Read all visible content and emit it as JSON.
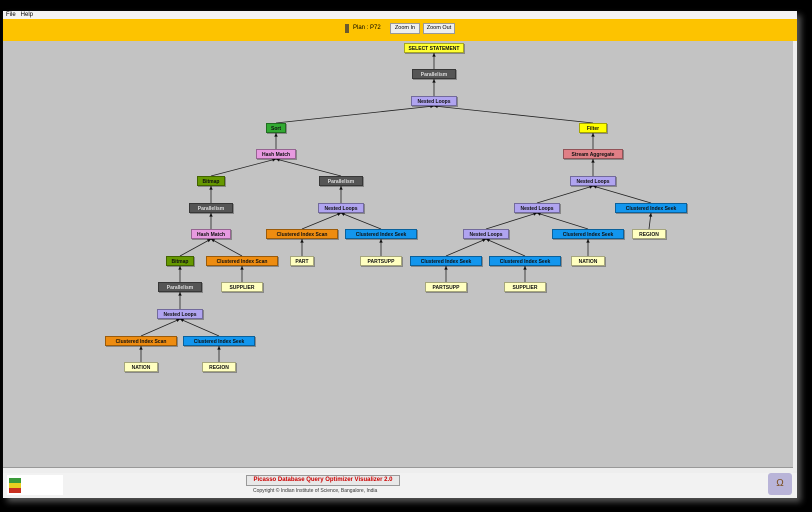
{
  "menu": {
    "file": "File",
    "help": "Help"
  },
  "toolbar": {
    "plan_label": "Plan : P72",
    "zoom_in": "Zoom In",
    "zoom_out": "Zoom Out"
  },
  "colors": {
    "select": "#ffff33",
    "parallelism": "#555555",
    "nested": "#b0a4f0",
    "sort": "#33aa33",
    "filter": "#ffff00",
    "hash": "#e79ae0",
    "stream": "#e07f86",
    "bitmap": "#669900",
    "scan": "#ee8c10",
    "seek": "#1296ee",
    "table": "#ffffc0"
  },
  "plan_tree": [
    {
      "label": "SELECT STATEMENT",
      "type": "select",
      "parent": null
    },
    {
      "label": "Parallelism",
      "type": "parallelism",
      "parent": 0
    },
    {
      "label": "Nested Loops",
      "type": "nested",
      "parent": 1
    },
    {
      "label": "Sort",
      "type": "sort",
      "parent": 2
    },
    {
      "label": "Filter",
      "type": "filter",
      "parent": 2
    },
    {
      "label": "Hash Match",
      "type": "hash",
      "parent": 3
    },
    {
      "label": "Stream Aggregate",
      "type": "stream",
      "parent": 4
    },
    {
      "label": "Bitmap",
      "type": "bitmap",
      "parent": 5
    },
    {
      "label": "Parallelism",
      "type": "parallelism",
      "parent": 5
    },
    {
      "label": "Nested Loops",
      "type": "nested",
      "parent": 6
    },
    {
      "label": "Parallelism",
      "type": "parallelism",
      "parent": 7
    },
    {
      "label": "Nested Loops",
      "type": "nested",
      "parent": 8
    },
    {
      "label": "Nested Loops",
      "type": "nested",
      "parent": 9
    },
    {
      "label": "Clustered Index Seek",
      "type": "seek",
      "parent": 9
    },
    {
      "label": "Hash Match",
      "type": "hash",
      "parent": 10
    },
    {
      "label": "Clustered Index Scan",
      "type": "scan",
      "parent": 11
    },
    {
      "label": "Clustered Index Seek",
      "type": "seek",
      "parent": 11
    },
    {
      "label": "Nested Loops",
      "type": "nested",
      "parent": 12
    },
    {
      "label": "Clustered Index Seek",
      "type": "seek",
      "parent": 12
    },
    {
      "label": "REGION",
      "type": "table",
      "parent": 13
    },
    {
      "label": "Bitmap",
      "type": "bitmap",
      "parent": 14
    },
    {
      "label": "Clustered Index Scan",
      "type": "scan",
      "parent": 14
    },
    {
      "label": "PART",
      "type": "table",
      "parent": 15
    },
    {
      "label": "PARTSUPP",
      "type": "table",
      "parent": 16
    },
    {
      "label": "Clustered Index Seek",
      "type": "seek",
      "parent": 17
    },
    {
      "label": "Clustered Index Seek",
      "type": "seek",
      "parent": 17
    },
    {
      "label": "NATION",
      "type": "table",
      "parent": 18
    },
    {
      "label": "Parallelism",
      "type": "parallelism",
      "parent": 20
    },
    {
      "label": "SUPPLIER",
      "type": "table",
      "parent": 21
    },
    {
      "label": "PARTSUPP",
      "type": "table",
      "parent": 24
    },
    {
      "label": "SUPPLIER",
      "type": "table",
      "parent": 25
    },
    {
      "label": "Nested Loops",
      "type": "nested",
      "parent": 27
    },
    {
      "label": "Clustered Index Scan",
      "type": "scan",
      "parent": 31
    },
    {
      "label": "Clustered Index Seek",
      "type": "seek",
      "parent": 31
    },
    {
      "label": "NATION",
      "type": "table",
      "parent": 32
    },
    {
      "label": "REGION",
      "type": "table",
      "parent": 33
    }
  ],
  "footer": {
    "app_title": "Picasso Database Query Optimizer Visualizer 2.0",
    "copyright": "Copyright © Indian Institute of Science, Bangalore, India",
    "lab_logo": "Database Systems Laboratory"
  }
}
